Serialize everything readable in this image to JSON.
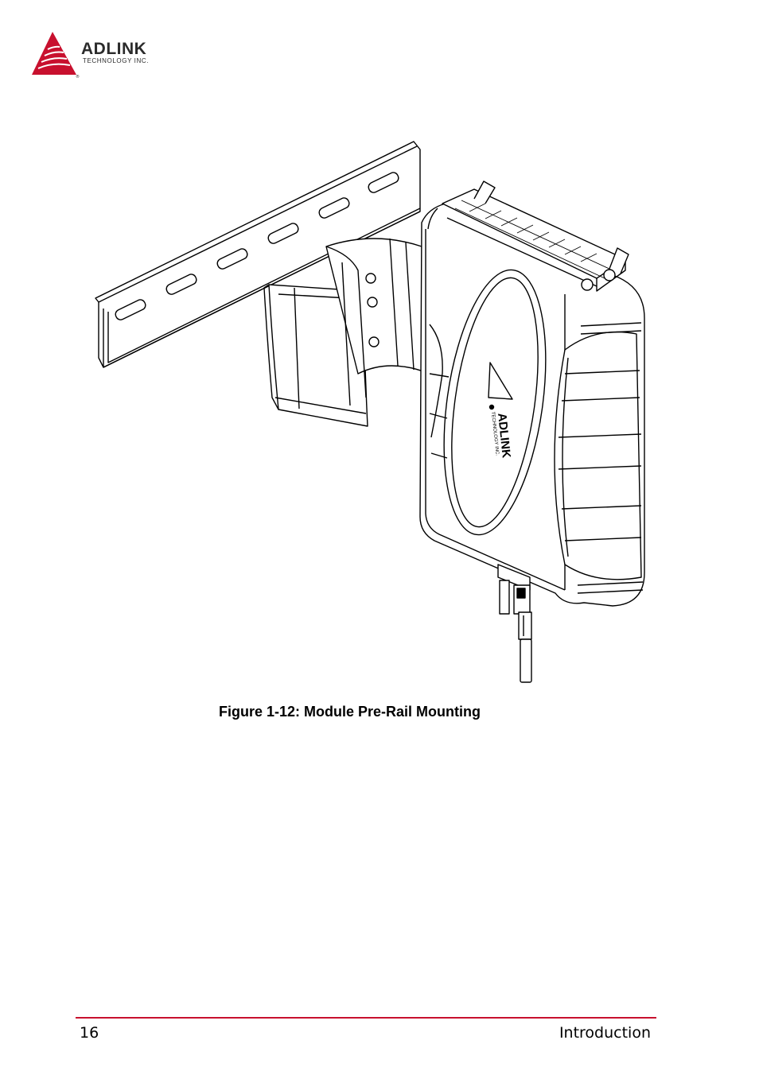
{
  "header": {
    "logo_word": "ADLINK",
    "logo_sub": "TECHNOLOGY INC.",
    "brand_color": "#c8102e"
  },
  "figure": {
    "caption": "Figure 1-12: Module Pre-Rail Mounting",
    "device_label": "ADLINK",
    "device_sublabel": "TECHNOLOGY INC."
  },
  "footer": {
    "page_number": "16",
    "section_title": "Introduction"
  }
}
